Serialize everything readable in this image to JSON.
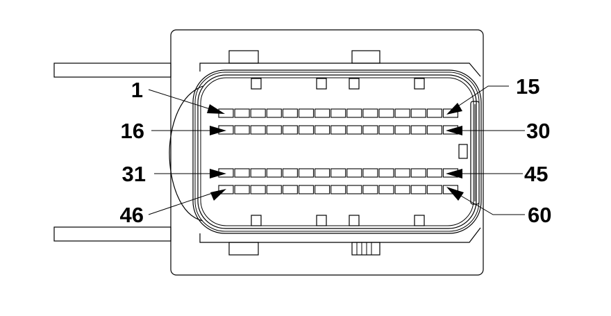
{
  "diagram": {
    "pin_rows": [
      {
        "first_label": "1",
        "last_label": "15",
        "count": 15
      },
      {
        "first_label": "16",
        "last_label": "30",
        "count": 15
      },
      {
        "first_label": "31",
        "last_label": "45",
        "count": 15
      },
      {
        "first_label": "46",
        "last_label": "60",
        "count": 15
      }
    ]
  }
}
